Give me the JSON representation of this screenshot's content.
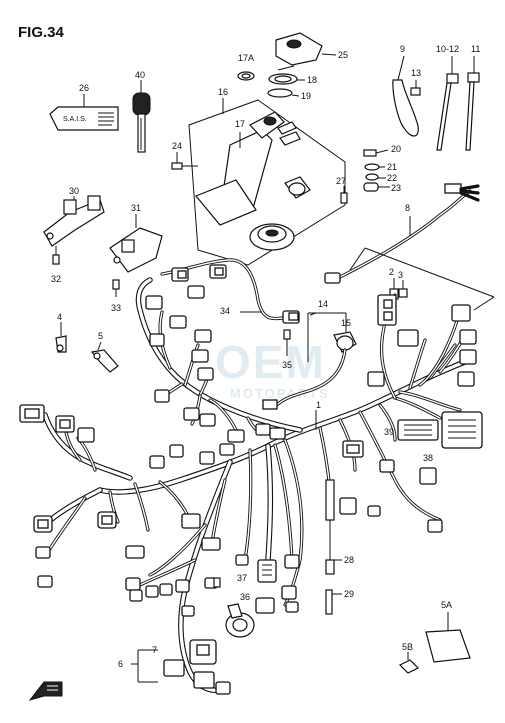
{
  "figure": {
    "title": "FIG.34"
  },
  "watermark": {
    "main": "OEM",
    "sub": "MOTOPARTS"
  },
  "decal": {
    "text": "S.A.I.S."
  },
  "callouts": [
    {
      "id": "c1",
      "label": "1"
    },
    {
      "id": "c2",
      "label": "2"
    },
    {
      "id": "c3",
      "label": "3"
    },
    {
      "id": "c4",
      "label": "4"
    },
    {
      "id": "c5",
      "label": "5"
    },
    {
      "id": "c5A",
      "label": "5A"
    },
    {
      "id": "c5B",
      "label": "5B"
    },
    {
      "id": "c6",
      "label": "6"
    },
    {
      "id": "c7",
      "label": "7"
    },
    {
      "id": "c8",
      "label": "8"
    },
    {
      "id": "c9",
      "label": "9"
    },
    {
      "id": "c10",
      "label": "10-12"
    },
    {
      "id": "c11",
      "label": "11"
    },
    {
      "id": "c13",
      "label": "13"
    },
    {
      "id": "c14",
      "label": "14"
    },
    {
      "id": "c15",
      "label": "15"
    },
    {
      "id": "c16",
      "label": "16"
    },
    {
      "id": "c17",
      "label": "17"
    },
    {
      "id": "c17A",
      "label": "17A"
    },
    {
      "id": "c18",
      "label": "18"
    },
    {
      "id": "c19",
      "label": "19"
    },
    {
      "id": "c20",
      "label": "20"
    },
    {
      "id": "c21",
      "label": "21"
    },
    {
      "id": "c22",
      "label": "22"
    },
    {
      "id": "c23",
      "label": "23"
    },
    {
      "id": "c24",
      "label": "24"
    },
    {
      "id": "c25",
      "label": "25"
    },
    {
      "id": "c26",
      "label": "26"
    },
    {
      "id": "c27",
      "label": "27"
    },
    {
      "id": "c28",
      "label": "28"
    },
    {
      "id": "c29",
      "label": "29"
    },
    {
      "id": "c30",
      "label": "30"
    },
    {
      "id": "c31",
      "label": "31"
    },
    {
      "id": "c32",
      "label": "32"
    },
    {
      "id": "c33",
      "label": "33"
    },
    {
      "id": "c34",
      "label": "34"
    },
    {
      "id": "c35",
      "label": "35"
    },
    {
      "id": "c36",
      "label": "36"
    },
    {
      "id": "c37",
      "label": "37"
    },
    {
      "id": "c38",
      "label": "38"
    },
    {
      "id": "c39",
      "label": "39"
    },
    {
      "id": "c40",
      "label": "40"
    }
  ]
}
